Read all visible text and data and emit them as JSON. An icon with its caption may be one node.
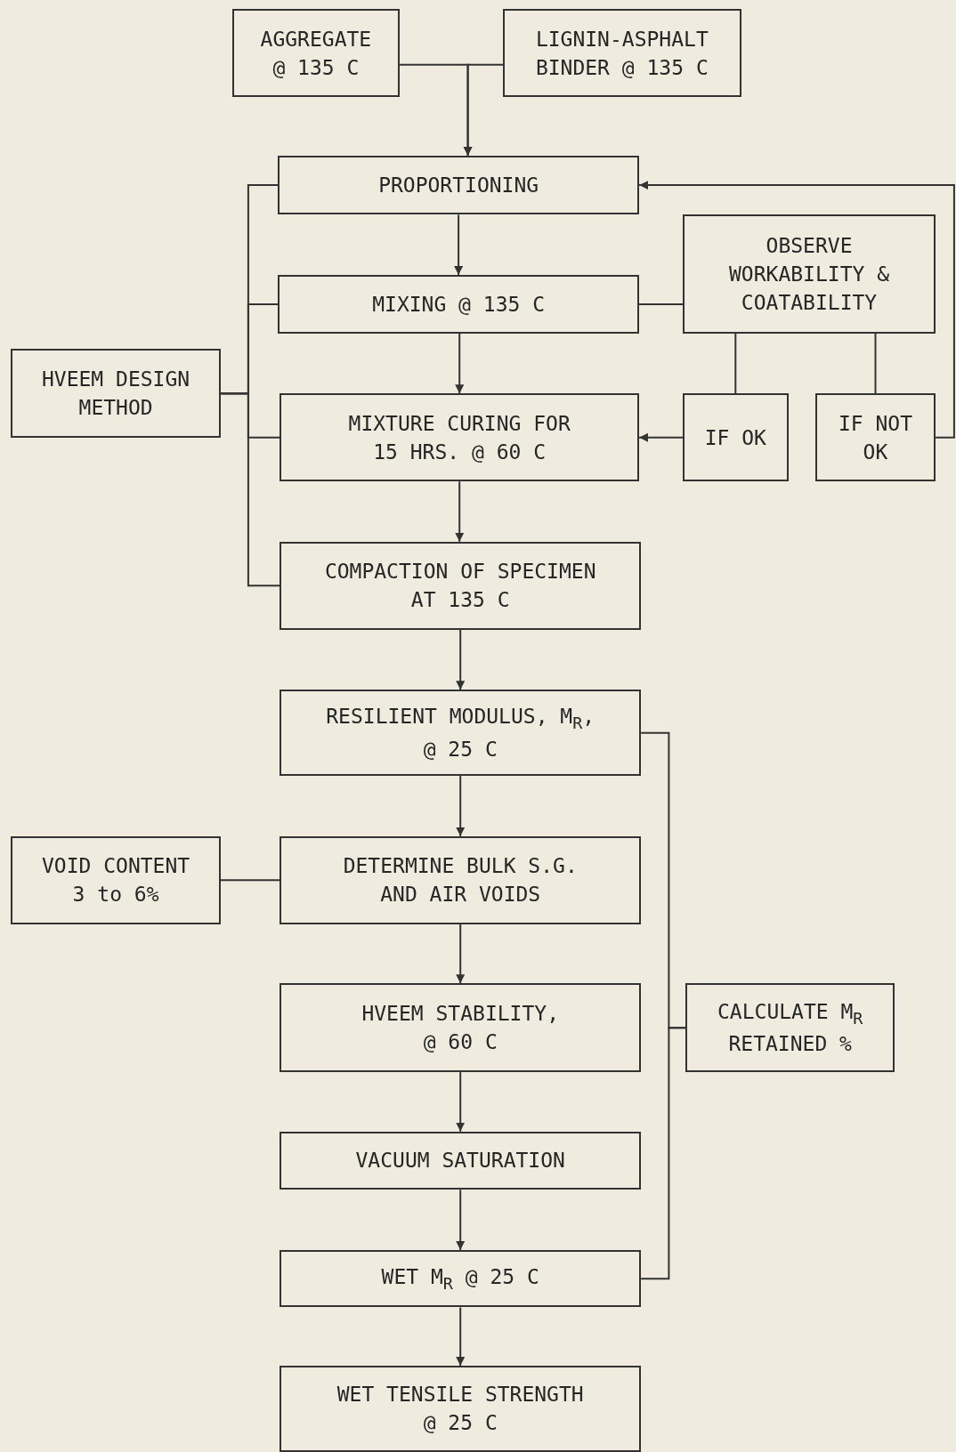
{
  "diagram": {
    "nodes": [
      {
        "text": [
          "AGGREGATE @ 135 C"
        ]
      },
      {
        "text": [
          "LIGNIN-ASPHALT BINDER @ 135 C"
        ]
      },
      {
        "text": [
          "PROPORTIONING"
        ]
      },
      {
        "text": [
          "MIXING @ 135 C"
        ]
      },
      {
        "text": [
          "OBSERVE WORKABILITY & COATABILITY"
        ]
      },
      {
        "text": [
          "HVEEM DESIGN METHOD"
        ]
      },
      {
        "text": [
          "MIXTURE CURING FOR 15 HRS. @ 60 C"
        ]
      },
      {
        "text": [
          "IF OK"
        ]
      },
      {
        "text": [
          "IF NOT OK"
        ]
      },
      {
        "text": [
          "COMPACTION OF SPECIMEN AT 135 C"
        ]
      },
      {
        "text": [
          "RESILIENT MODULUS, M$_{R}$, @ 25 C"
        ]
      },
      {
        "text": [
          "VOID CONTENT 3 to 6%"
        ]
      },
      {
        "text": [
          "DETERMINE BULK S.G. AND AIR VOIDS"
        ]
      },
      {
        "text": [
          "HVEEM STABILITY, @ 60 C"
        ]
      },
      {
        "text": [
          "CALCULATE M$_{R}$ RETAINED %"
        ]
      },
      {
        "text": [
          "VACUUM SATURATION"
        ]
      },
      {
        "text": [
          "WET M$_{R}$ @ 25 C"
        ]
      },
      {
        "text": [
          "WET TENSILE STRENGTH @ 25 C"
        ]
      }
    ],
    "edges": [
      {
        "from": 0,
        "to": 2,
        "arrow": "to"
      },
      {
        "from": 1,
        "to": 2,
        "arrow": "to"
      },
      {
        "from": 5,
        "to": 2,
        "arrow": "none"
      },
      {
        "from": 2,
        "to": 3,
        "arrow": "to"
      },
      {
        "from": 5,
        "to": 3,
        "arrow": "none"
      },
      {
        "from": 3,
        "to": 4,
        "arrow": "none"
      },
      {
        "from": 4,
        "to": 7,
        "arrow": "none"
      },
      {
        "from": 4,
        "to": 8,
        "arrow": "none"
      },
      {
        "from": 3,
        "to": 6,
        "arrow": "to"
      },
      {
        "from": 5,
        "to": 6,
        "arrow": "none"
      },
      {
        "from": 7,
        "to": 6,
        "arrow": "to"
      },
      {
        "from": 8,
        "to": 2,
        "arrow": "to"
      },
      {
        "from": 6,
        "to": 9,
        "arrow": "to"
      },
      {
        "from": 5,
        "to": 9,
        "arrow": "none"
      },
      {
        "from": 9,
        "to": 10,
        "arrow": "to"
      },
      {
        "from": 10,
        "to": 14,
        "arrow": "none"
      },
      {
        "from": 10,
        "to": 12,
        "arrow": "to"
      },
      {
        "from": 11,
        "to": 12,
        "arrow": "none"
      },
      {
        "from": 12,
        "to": 13,
        "arrow": "to"
      },
      {
        "from": 13,
        "to": 15,
        "arrow": "to"
      },
      {
        "from": 15,
        "to": 16,
        "arrow": "to"
      },
      {
        "from": 16,
        "to": 14,
        "arrow": "none"
      },
      {
        "from": 16,
        "to": 17,
        "arrow": "to"
      }
    ]
  }
}
